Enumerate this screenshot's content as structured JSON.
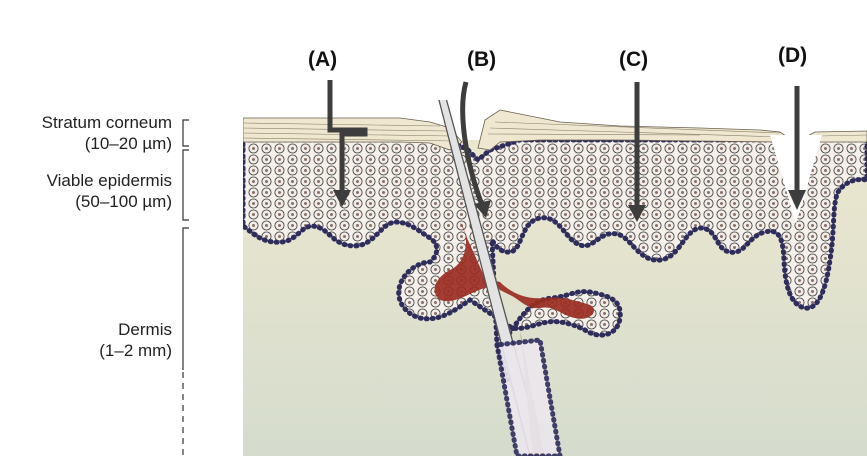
{
  "layers": [
    {
      "name": "Stratum corneum",
      "thickness": "(10–20 µm)"
    },
    {
      "name": "Viable epidermis",
      "thickness": "(50–100 µm)"
    },
    {
      "name": "Dermis",
      "thickness": "(1–2 mm)"
    }
  ],
  "pathways": [
    "(A)",
    "(B)",
    "(C)",
    "(D)"
  ],
  "colors": {
    "dermis_top": "#ece7cf",
    "dermis_bottom": "#d5dccd",
    "cell_fill": "#f3eee8",
    "basal_cell": "#2e2d5c",
    "sebum": "#9b2d22",
    "corneum": "#efe7cf",
    "arrow": "#3d3d3d",
    "hair": "#b59a88"
  }
}
